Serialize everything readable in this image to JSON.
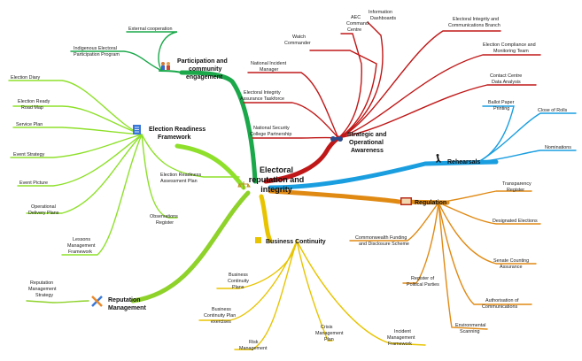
{
  "central_topic": {
    "line1": "Electoral",
    "line2": "reputation and",
    "line3": "integrity"
  },
  "branches": {
    "participation": {
      "title": [
        "Participation and",
        "community",
        "engagement"
      ],
      "color": "#1aa84a",
      "children": [
        "External cooperation",
        "Indigenous Electoral",
        "Participation Program"
      ]
    },
    "strategic": {
      "title": [
        "Strategic and",
        "Operational",
        "Awareness"
      ],
      "color": "#c01818",
      "children": [
        "Watch",
        "Commander",
        "AEC",
        "Command",
        "Centre",
        "Information",
        "Dashboards",
        "Electoral Integrity and",
        "Communications Branch",
        "Election Compliance and",
        "Monitoring Team",
        "Contact Centre",
        "Data Analysis",
        "National Incident",
        "Manager",
        "Electoral Integrity",
        "Assurance Taskforce",
        "National Security",
        "College Partnership"
      ]
    },
    "readiness": {
      "title": [
        "Election Readiness",
        "Framework"
      ],
      "color": "#8ee02a",
      "children": [
        "Election Diary",
        "Election Ready",
        "Road Map",
        "Service Plan",
        "Event Strategy",
        "Event Picture",
        "Operational",
        "Delivery Plans",
        "Lessons",
        "Management",
        "Framework",
        "Election Readiness",
        "Assessment Plan",
        "Observations",
        "Register"
      ]
    },
    "rehearsals": {
      "title": [
        "Rehearsals"
      ],
      "color": "#1a9ee0",
      "children": [
        "Ballot Paper",
        "Printing",
        "Close of Rolls",
        "Nominations"
      ]
    },
    "regulation": {
      "title": [
        "Regulation"
      ],
      "color": "#e08a14",
      "children": [
        "Transparency",
        "Register",
        "Designated Elections",
        "Commonwealth Funding",
        "and Disclosure Scheme",
        "Senate Counting",
        "Assurance",
        "Register of",
        "Political Parties",
        "Authorisation of",
        "Communications",
        "Environmental",
        "Scanning"
      ]
    },
    "continuity": {
      "title": [
        "Business Continuity"
      ],
      "color": "#e8c400",
      "children": [
        "Business",
        "Continuity",
        "Plans",
        "Business",
        "Continuity Plan",
        "exercises",
        "Risk",
        "Management",
        "Crisis",
        "Management",
        "Plan",
        "Incident",
        "Management",
        "Framework"
      ]
    },
    "reputation": {
      "title": [
        "Reputation",
        "Management"
      ],
      "color": "#8ed22a",
      "children": [
        "Reputation",
        "Management",
        "Strategy"
      ]
    }
  }
}
